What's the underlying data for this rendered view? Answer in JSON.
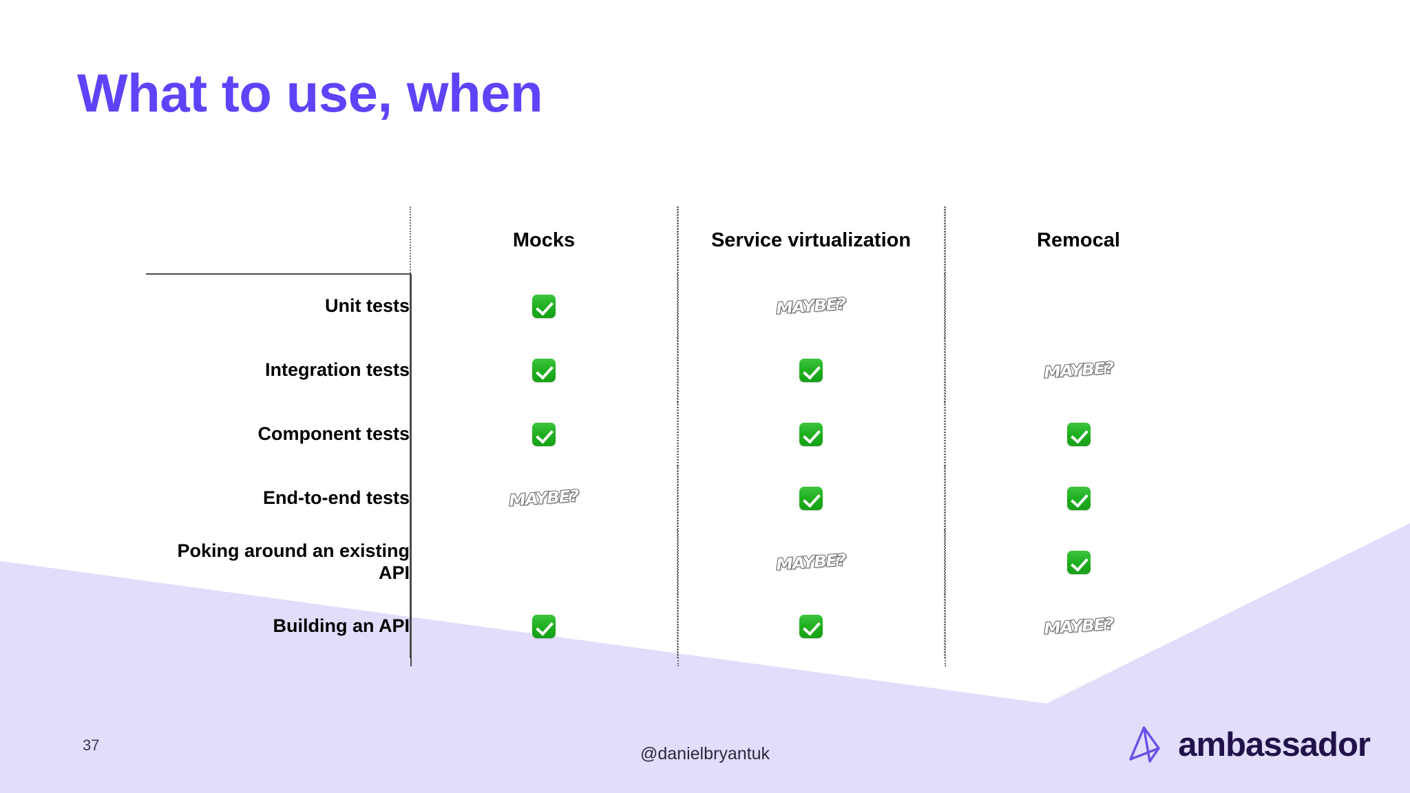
{
  "slide": {
    "title": "What to use, when",
    "title_color": "#5D44F8",
    "background_color": "#FFFFFF",
    "accent_shape_color": "#E2DDFB",
    "page_number": "37",
    "handle": "@danielbryantuk"
  },
  "brand": {
    "name": "ambassador",
    "name_color": "#21124A",
    "logo_color": "#6B4FE8",
    "logo_icon": "ambassador-a-mark-icon"
  },
  "marks": {
    "check_label": "yes",
    "check_icon": "green-check-icon",
    "maybe_label": "MAYBE?",
    "maybe_icon": "maybe-sticker-icon",
    "check_color": "#22B022",
    "empty_label": ""
  },
  "table": {
    "corner_header": "",
    "columns": [
      "Mocks",
      "Service virtualization",
      "Remocal"
    ],
    "rows": [
      {
        "label": "Unit tests",
        "values": [
          "check",
          "maybe",
          "empty"
        ]
      },
      {
        "label": "Integration tests",
        "values": [
          "check",
          "check",
          "maybe"
        ]
      },
      {
        "label": "Component tests",
        "values": [
          "check",
          "check",
          "check"
        ]
      },
      {
        "label": "End-to-end tests",
        "values": [
          "maybe",
          "check",
          "check"
        ]
      },
      {
        "label": "Poking around an existing API",
        "values": [
          "empty",
          "maybe",
          "check"
        ]
      },
      {
        "label": "Building an API",
        "values": [
          "check",
          "check",
          "maybe"
        ]
      }
    ]
  }
}
